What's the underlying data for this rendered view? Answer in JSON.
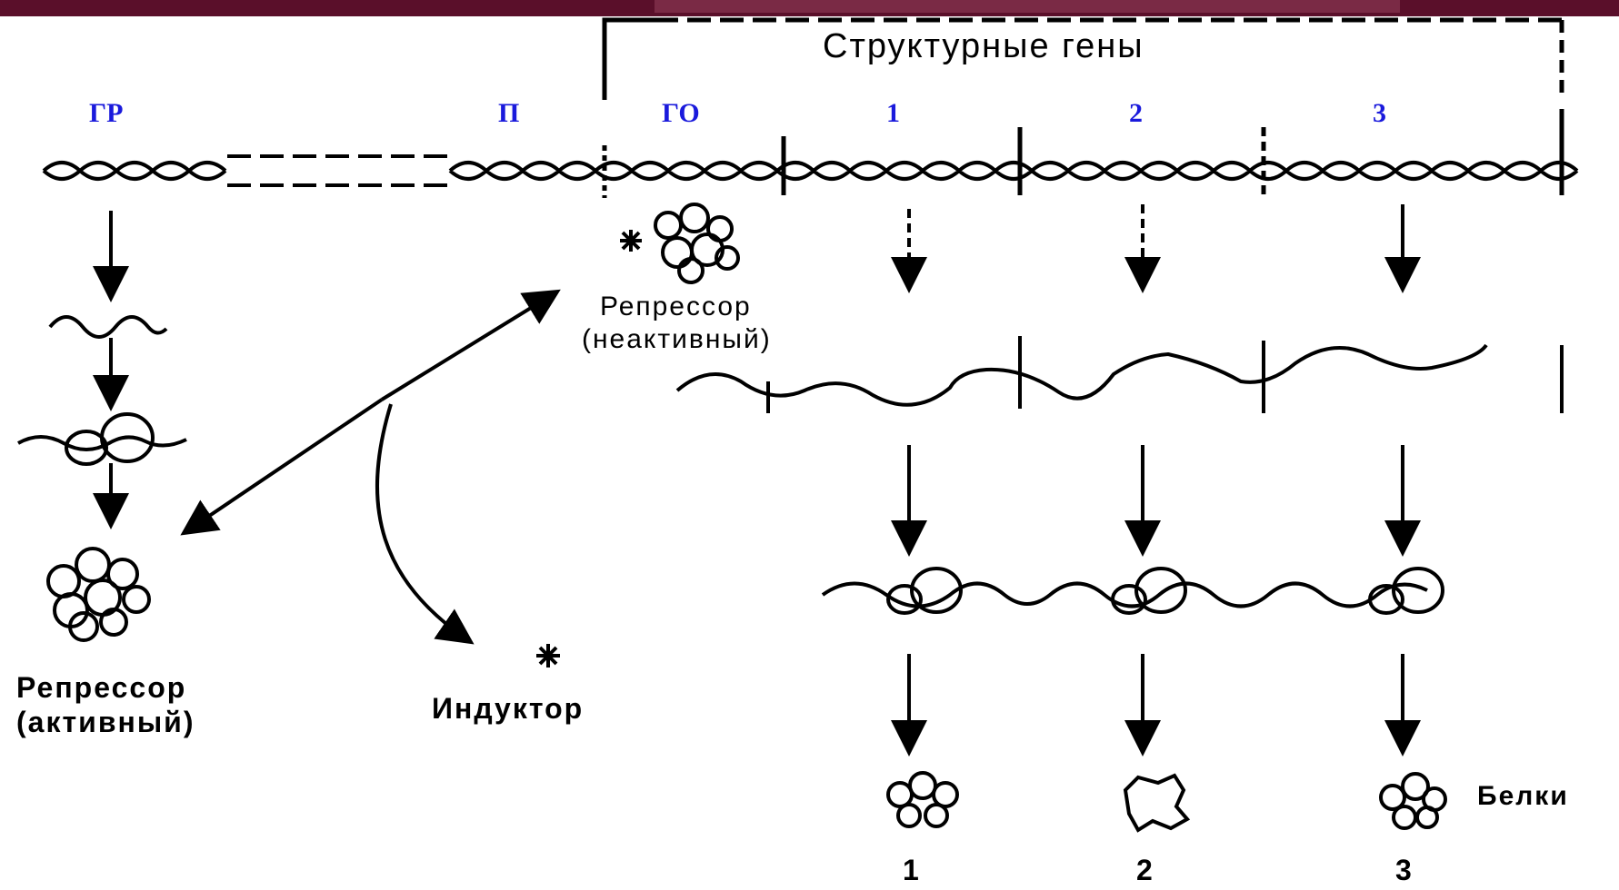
{
  "colors": {
    "top_band": "#5a0f2a",
    "gene_label": "#1a1adc",
    "ink": "#000000",
    "background": "#ffffff"
  },
  "labels": {
    "structural_genes": "Структурные гены",
    "regulator_gene": "ГР",
    "promoter": "П",
    "operator_gene": "ГО",
    "gene_1": "1",
    "gene_2": "2",
    "gene_3": "3",
    "repressor_inactive_line1": "Репрессор",
    "repressor_inactive_line2": "(неактивный)",
    "repressor_active_line1": "Репрессор",
    "repressor_active_line2": "(активный)",
    "inductor": "Индуктор",
    "proteins": "Белки",
    "protein_1": "1",
    "protein_2": "2",
    "protein_3": "3"
  },
  "icons": [
    "inductor-star-icon",
    "repressor-blob-icon",
    "ribosome-icon",
    "protein-blob-icon"
  ]
}
